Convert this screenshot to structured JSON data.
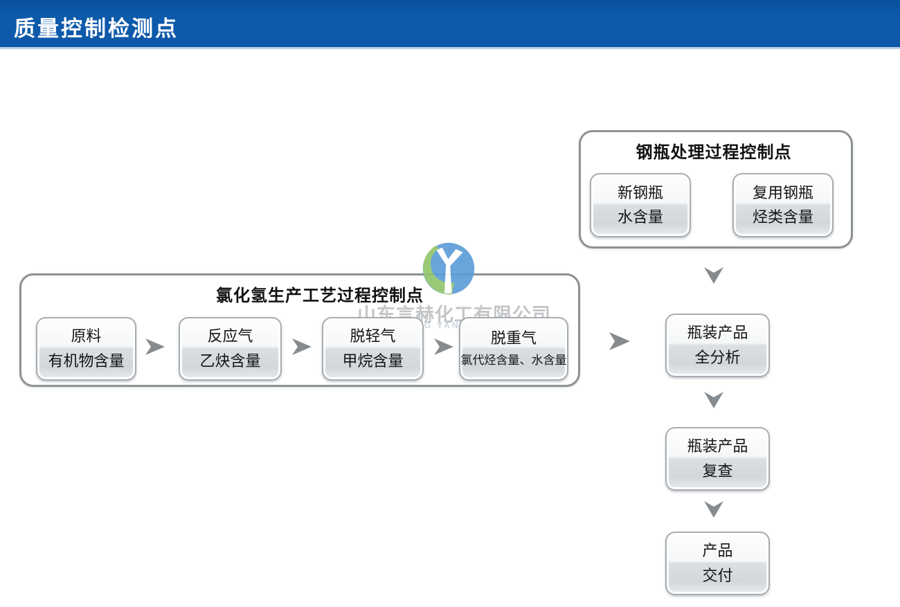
{
  "header": {
    "title": "质量控制检测点",
    "bg_color": "#0d58a8",
    "text_color": "#ffffff"
  },
  "watermark": {
    "company_cn": "山东言赫化工有限公司",
    "company_en": "SHANDONG YANHE CHEMICAL",
    "logo_green": "#92c66c",
    "logo_blue": "#5d9ed8",
    "text_color": "#c3c5c7"
  },
  "cylinder_group": {
    "title": "钢瓶处理过程控制点",
    "boxes": [
      {
        "line1": "新钢瓶",
        "line2": "水含量"
      },
      {
        "line1": "复用钢瓶",
        "line2": "烃类含量"
      }
    ]
  },
  "process_group": {
    "title": "氯化氢生产工艺过程控制点",
    "boxes": [
      {
        "line1": "原料",
        "line2": "有机物含量"
      },
      {
        "line1": "反应气",
        "line2": "乙炔含量"
      },
      {
        "line1": "脱轻气",
        "line2": "甲烷含量"
      },
      {
        "line1": "脱重气",
        "line2": "氯代烃含量、水含量"
      }
    ]
  },
  "output_chain": {
    "boxes": [
      {
        "line1": "瓶装产品",
        "line2": "全分析"
      },
      {
        "line1": "瓶装产品",
        "line2": "复查"
      },
      {
        "line1": "产品",
        "line2": "交付"
      }
    ]
  },
  "colors": {
    "arrow": "#868b8f",
    "box_border": "#a7adb2",
    "group_border": "#8c9195"
  }
}
